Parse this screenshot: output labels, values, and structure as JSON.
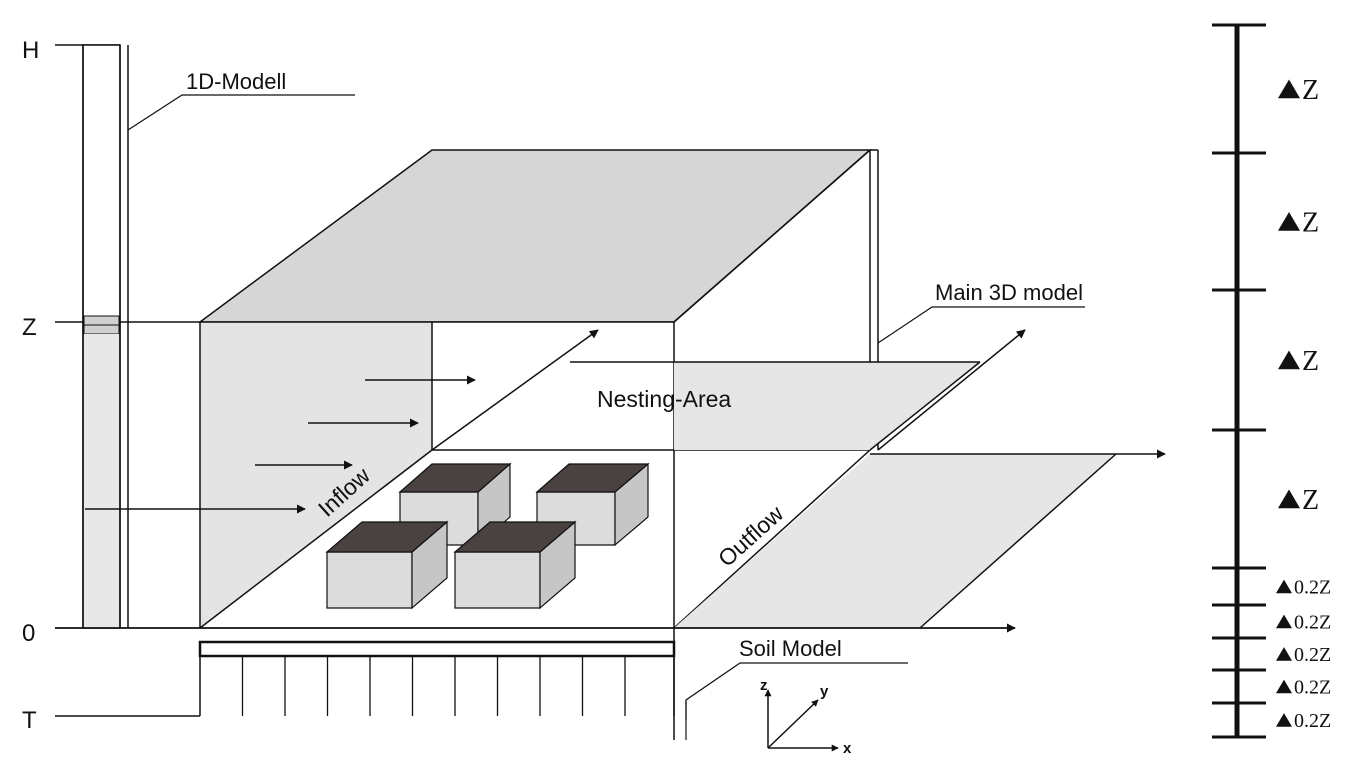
{
  "axis_labels": {
    "top": "H",
    "mid": "Z",
    "ground": "0",
    "soil": "T"
  },
  "labels": {
    "model_1d": "1D-Modell",
    "main_3d": "Main 3D model",
    "nesting": "Nesting-Area",
    "inflow": "Inflow",
    "outflow": "Outflow",
    "soil": "Soil Model"
  },
  "coordinate_axes": {
    "z": "z",
    "y": "y",
    "x": "x"
  },
  "vertical_grid": {
    "intervals": [
      "Z",
      "Z",
      "Z",
      "Z",
      "0.2Z",
      "0.2Z",
      "0.2Z",
      "0.2Z",
      "0.2Z"
    ]
  },
  "colors": {
    "stroke": "#111111",
    "face_gray": "#d6d6d6",
    "plane_gray": "#e6e6e6",
    "block_top": "#4a4240",
    "block_face": "#dcdcdc"
  }
}
